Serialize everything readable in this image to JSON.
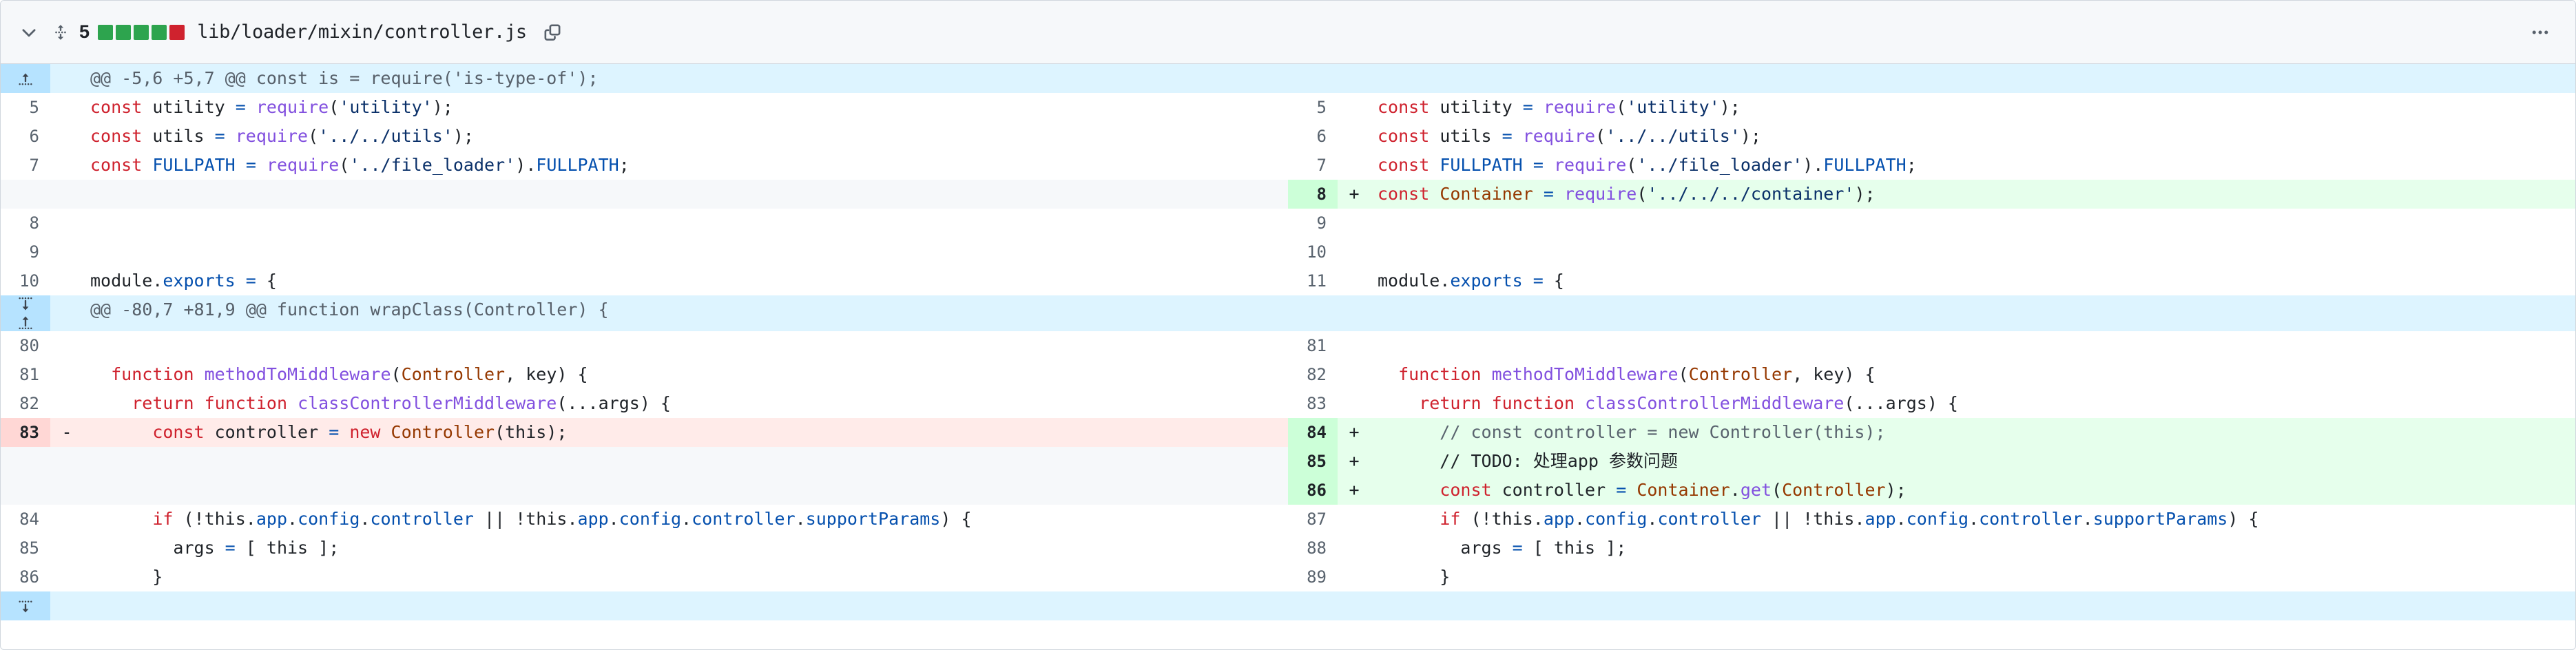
{
  "file_header": {
    "collapse_icon": "chevron-down-icon",
    "expand_all_icon": "expand-all-icon",
    "changes_count": "5",
    "diffstat_squares": [
      "#2da44e",
      "#2da44e",
      "#2da44e",
      "#2da44e",
      "#cf222e"
    ],
    "file_path": "lib/loader/mixin/controller.js",
    "copy_icon": "copy-icon",
    "kebab_icon": "kebab-horizontal-icon"
  },
  "colors": {
    "addition_bg": "#e6ffec",
    "addition_num_bg": "#ccffd8",
    "deletion_bg": "#ffebe9",
    "deletion_num_bg": "#ffd7d5",
    "hunk_bg": "#ddf4ff",
    "expander_bg": "#b6e3ff",
    "blank_bg": "#f6f8fa",
    "border": "#d0d7de",
    "header_bg": "#f6f8fa"
  },
  "hunks": [
    {
      "expand_icons": [
        "expand-up-icon"
      ],
      "header": "@@ -5,6 +5,7 @@ const is = require('is-type-of');"
    },
    {
      "expand_icons": [
        "expand-down-icon",
        "expand-up-icon"
      ],
      "header": "@@ -80,7 +81,9 @@ function wrapClass(Controller) {"
    }
  ],
  "bottom_expand_icon": "expand-down-icon",
  "rows": [
    {
      "kind": "hunk",
      "hunk_index": 0
    },
    {
      "kind": "pair",
      "left": {
        "num": "5",
        "marker": "",
        "type": "ctx",
        "text": "const utility = require('utility');"
      },
      "right": {
        "num": "5",
        "marker": "",
        "type": "ctx",
        "text": "const utility = require('utility');"
      }
    },
    {
      "kind": "pair",
      "left": {
        "num": "6",
        "marker": "",
        "type": "ctx",
        "text": "const utils = require('../../utils');"
      },
      "right": {
        "num": "6",
        "marker": "",
        "type": "ctx",
        "text": "const utils = require('../../utils');"
      }
    },
    {
      "kind": "pair",
      "left": {
        "num": "7",
        "marker": "",
        "type": "ctx",
        "text": "const FULLPATH = require('../file_loader').FULLPATH;"
      },
      "right": {
        "num": "7",
        "marker": "",
        "type": "ctx",
        "text": "const FULLPATH = require('../file_loader').FULLPATH;"
      }
    },
    {
      "kind": "pair",
      "left": {
        "num": "",
        "marker": "",
        "type": "blank",
        "text": ""
      },
      "right": {
        "num": "8",
        "marker": "+",
        "type": "add",
        "text": "const Container = require('../../../container');"
      }
    },
    {
      "kind": "pair",
      "left": {
        "num": "8",
        "marker": "",
        "type": "ctx",
        "text": ""
      },
      "right": {
        "num": "9",
        "marker": "",
        "type": "ctx",
        "text": ""
      }
    },
    {
      "kind": "pair",
      "left": {
        "num": "9",
        "marker": "",
        "type": "ctx",
        "text": ""
      },
      "right": {
        "num": "10",
        "marker": "",
        "type": "ctx",
        "text": ""
      }
    },
    {
      "kind": "pair",
      "left": {
        "num": "10",
        "marker": "",
        "type": "ctx",
        "text": "module.exports = {"
      },
      "right": {
        "num": "11",
        "marker": "",
        "type": "ctx",
        "text": "module.exports = {"
      }
    },
    {
      "kind": "hunk",
      "hunk_index": 1
    },
    {
      "kind": "pair",
      "left": {
        "num": "80",
        "marker": "",
        "type": "ctx",
        "text": ""
      },
      "right": {
        "num": "81",
        "marker": "",
        "type": "ctx",
        "text": ""
      }
    },
    {
      "kind": "pair",
      "left": {
        "num": "81",
        "marker": "",
        "type": "ctx",
        "text": "  function methodToMiddleware(Controller, key) {"
      },
      "right": {
        "num": "82",
        "marker": "",
        "type": "ctx",
        "text": "  function methodToMiddleware(Controller, key) {"
      }
    },
    {
      "kind": "pair",
      "left": {
        "num": "82",
        "marker": "",
        "type": "ctx",
        "text": "    return function classControllerMiddleware(...args) {"
      },
      "right": {
        "num": "83",
        "marker": "",
        "type": "ctx",
        "text": "    return function classControllerMiddleware(...args) {"
      }
    },
    {
      "kind": "pair",
      "left": {
        "num": "83",
        "marker": "-",
        "type": "del",
        "text": "      const controller = new Controller(this);"
      },
      "right": {
        "num": "84",
        "marker": "+",
        "type": "add",
        "text": "      // const controller = new Controller(this);"
      }
    },
    {
      "kind": "pair",
      "left": {
        "num": "",
        "marker": "",
        "type": "blank",
        "text": ""
      },
      "right": {
        "num": "85",
        "marker": "+",
        "type": "add",
        "text": "      // TODO: 处理app 参数问题"
      }
    },
    {
      "kind": "pair",
      "left": {
        "num": "",
        "marker": "",
        "type": "blank",
        "text": ""
      },
      "right": {
        "num": "86",
        "marker": "+",
        "type": "add",
        "text": "      const controller = Container.get(Controller);"
      }
    },
    {
      "kind": "pair",
      "left": {
        "num": "84",
        "marker": "",
        "type": "ctx",
        "text": "      if (!this.app.config.controller || !this.app.config.controller.supportParams) {"
      },
      "right": {
        "num": "87",
        "marker": "",
        "type": "ctx",
        "text": "      if (!this.app.config.controller || !this.app.config.controller.supportParams) {"
      }
    },
    {
      "kind": "pair",
      "left": {
        "num": "85",
        "marker": "",
        "type": "ctx",
        "text": "        args = [ this ];"
      },
      "right": {
        "num": "88",
        "marker": "",
        "type": "ctx",
        "text": "        args = [ this ];"
      }
    },
    {
      "kind": "pair",
      "left": {
        "num": "86",
        "marker": "",
        "type": "ctx",
        "text": "      }"
      },
      "right": {
        "num": "89",
        "marker": "",
        "type": "ctx",
        "text": "      }"
      }
    },
    {
      "kind": "bottom-expander"
    }
  ]
}
